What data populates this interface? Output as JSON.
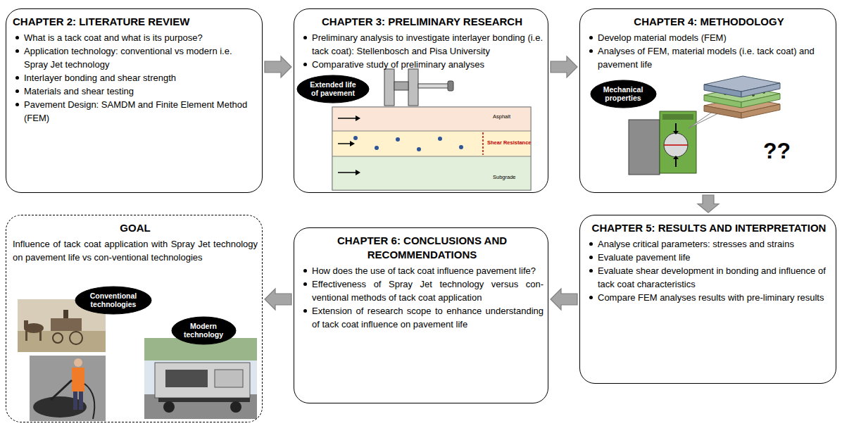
{
  "diagram": {
    "nodes": [
      {
        "text": [
          "CHAPTER 2: LITERATURE REVIEW",
          "What is a tack coat and what is its purpose?",
          "Application technology: conventional vs modern i.e. Spray Jet technology",
          "Interlayer bonding and shear strength",
          "Materials and shear testing",
          "Pavement Design: SAMDM and Finite Element Method (FEM)"
        ]
      },
      {
        "text": [
          "CHAPTER 3: PRELIMINARY RESEARCH",
          "Preliminary analysis to investigate interlayer bonding (i.e. tack coat): Stellenbosch and Pisa University",
          "Comparative study of preliminary analyses"
        ]
      },
      {
        "text": [
          "Extended life of pavement"
        ],
        "in": 1
      },
      {
        "text": [
          "CHAPTER 4: METHODOLOGY",
          "Develop material models (FEM)",
          "Analyses of FEM, material models (i.e. tack coat) and pavement life"
        ]
      },
      {
        "text": [
          "Mechanical properties"
        ],
        "in": 3
      },
      {
        "text": [
          "GOAL",
          "Influence of tack coat application with Spray Jet technology on pavement life vs con-ventional technologies"
        ]
      },
      {
        "text": [
          "Conventional technologies"
        ],
        "in": 5
      },
      {
        "text": [
          "Modern technology"
        ],
        "in": 5
      },
      {
        "text": [
          "CHAPTER 6: CONCLUSIONS AND RECOMMENDATIONS",
          "How does the use of tack coat influence pavement life?",
          "Effectiveness of Spray Jet technology versus con-ventional methods of tack coat application",
          "Extension of research scope to enhance understanding of tack coat influence on pavement life"
        ]
      },
      {
        "text": [
          "CHAPTER 5: RESULTS AND INTERPRETATION",
          "Analyse critical parameters: stresses and strains",
          "Evaluate pavement life",
          "Evaluate shear development in bonding and influence of tack coat characteristics",
          "Compare FEM analyses results with pre-liminary results"
        ]
      }
    ],
    "edges": [
      {
        "from": 0,
        "to": 1,
        "arrow": "to"
      },
      {
        "from": 1,
        "to": 3,
        "arrow": "to"
      },
      {
        "from": 3,
        "to": 9,
        "arrow": "to"
      },
      {
        "from": 9,
        "to": 8,
        "arrow": "to"
      },
      {
        "from": 8,
        "to": 5,
        "arrow": "to"
      }
    ],
    "labels": [
      "??",
      "Asphalt",
      "Shear Resistance",
      "Subgrade"
    ]
  }
}
